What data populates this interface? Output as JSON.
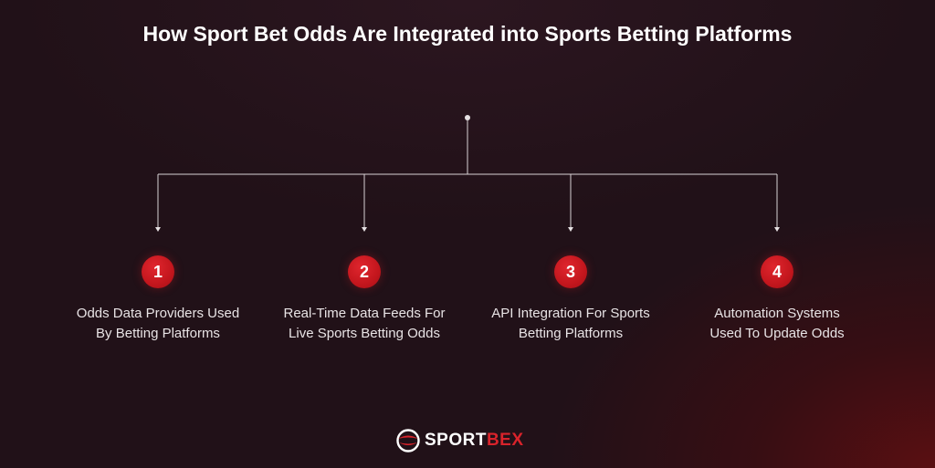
{
  "title": "How Sport Bet Odds Are Integrated into Sports Betting Platforms",
  "steps": [
    {
      "number": "1",
      "line1": "Odds Data Providers Used",
      "line2": "By Betting Platforms"
    },
    {
      "number": "2",
      "line1": "Real-Time Data Feeds For",
      "line2": "Live Sports Betting Odds"
    },
    {
      "number": "3",
      "line1": "API Integration For Sports",
      "line2": "Betting Platforms"
    },
    {
      "number": "4",
      "line1": "Automation Systems",
      "line2": "Used To Update Odds"
    }
  ],
  "logo": {
    "part1": "SPORT",
    "part2": "BEX"
  },
  "colors": {
    "accent": "#d9232b",
    "background": "#211118",
    "line": "#d8d2d5"
  }
}
